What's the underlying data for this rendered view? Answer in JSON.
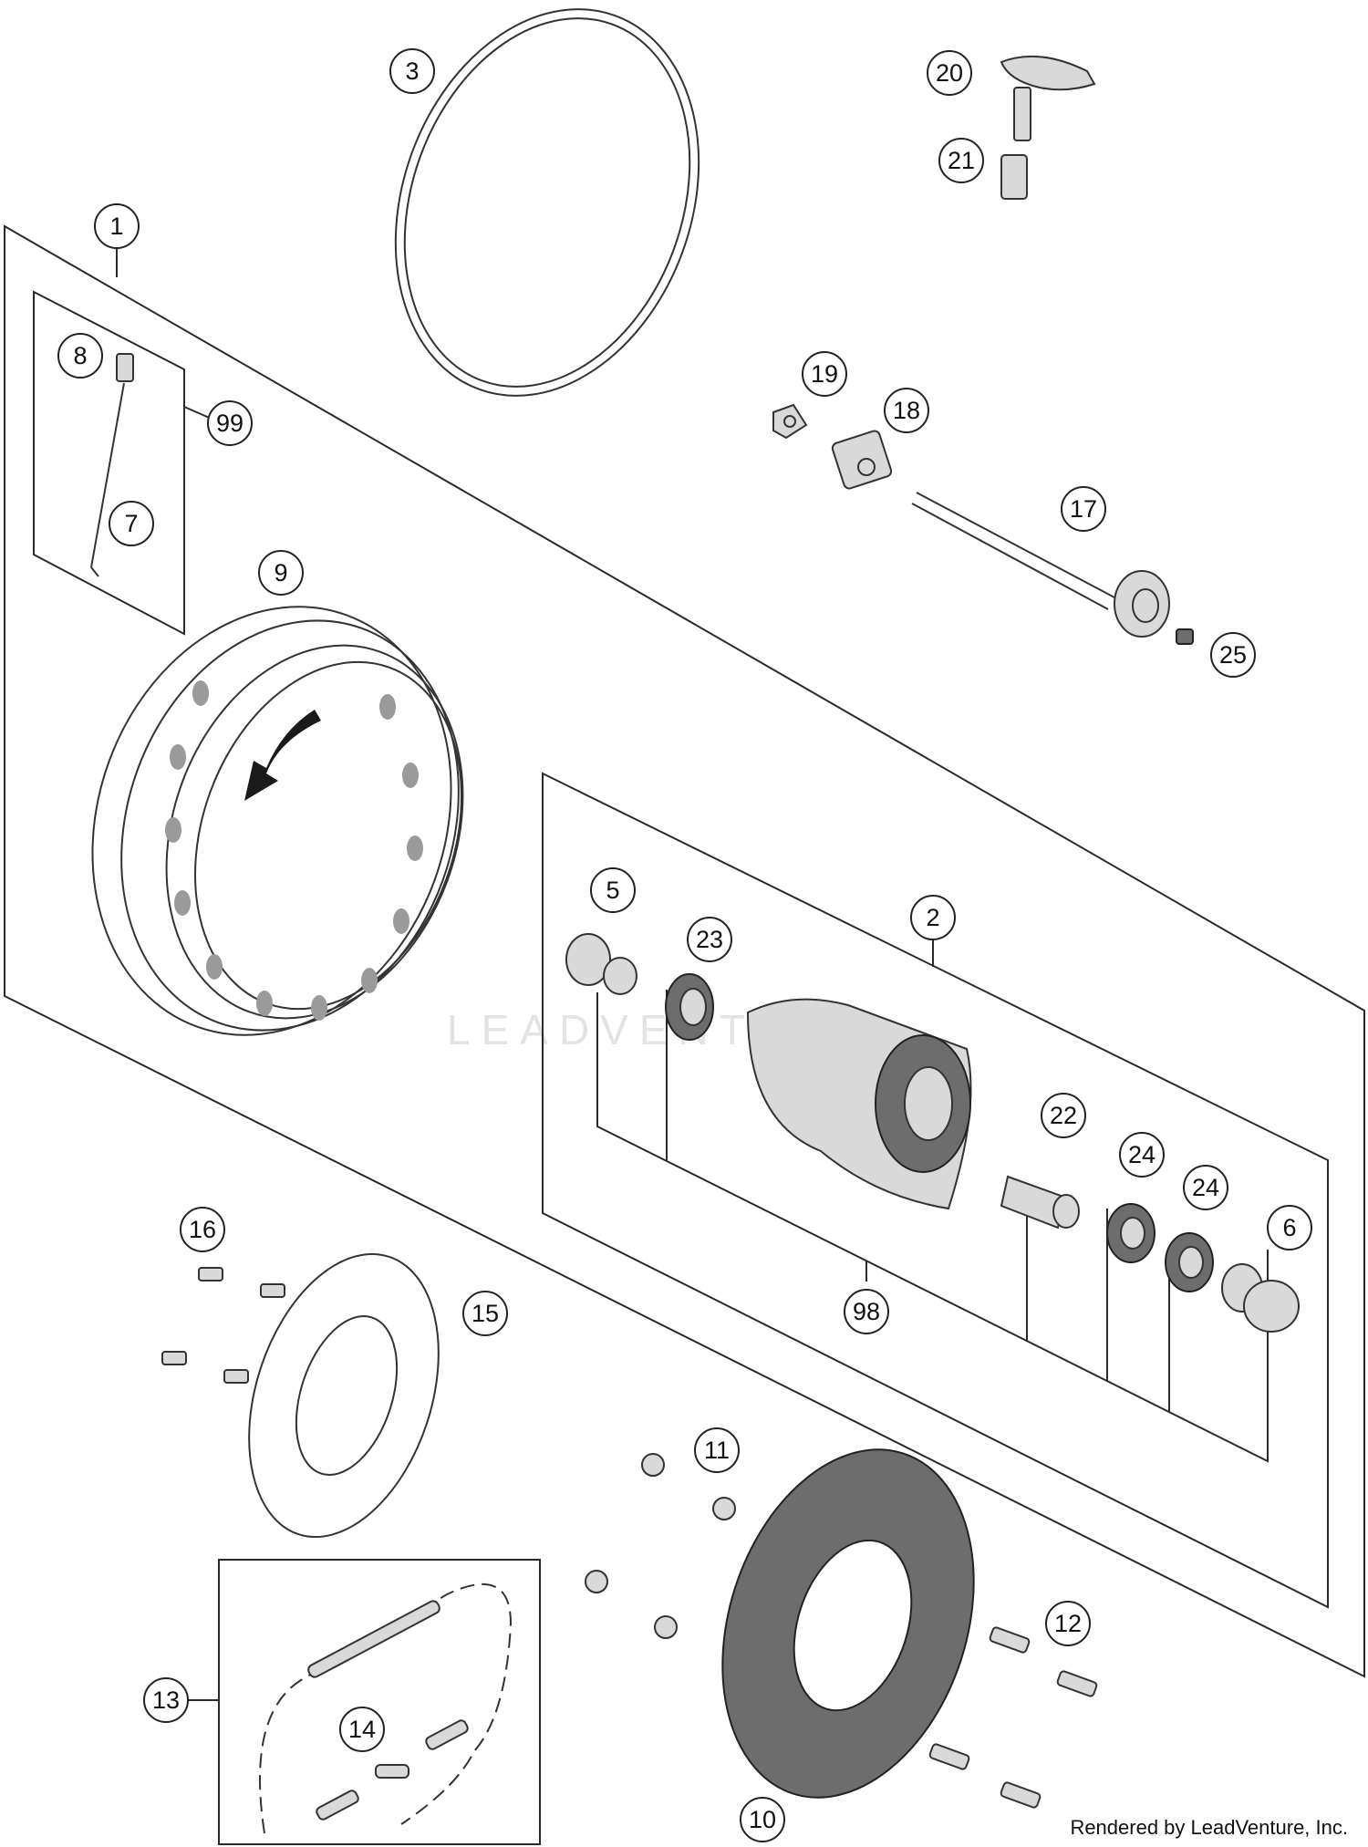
{
  "watermark_text": "LEADVENTURE",
  "credit_text": "Rendered by LeadVenture, Inc.",
  "callouts": [
    "1",
    "2",
    "3",
    "5",
    "6",
    "7",
    "8",
    "9",
    "10",
    "11",
    "12",
    "13",
    "14",
    "15",
    "16",
    "17",
    "18",
    "19",
    "20",
    "21",
    "22",
    "23",
    "24",
    "24",
    "25",
    "98",
    "99"
  ]
}
